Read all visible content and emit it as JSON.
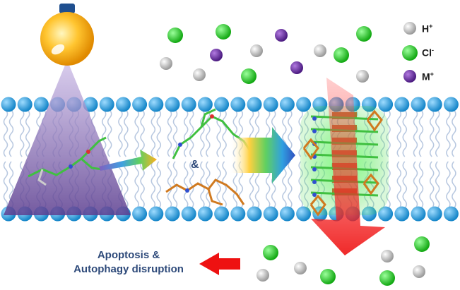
{
  "legend": [
    {
      "ion": "H",
      "charge": "+",
      "color": "#c8c8c8"
    },
    {
      "ion": "Cl",
      "charge": "-",
      "color": "#22cc22"
    },
    {
      "ion": "M",
      "charge": "+",
      "color": "#7030a0"
    }
  ],
  "outcome": {
    "line1": "Apoptosis &",
    "line2": "Autophagy disruption"
  },
  "molecules_joiner": "&",
  "colors": {
    "membrane_head": "#2a9fd8",
    "arrow": "#ee1111",
    "light_cone": "#7a5aa8",
    "channel_glow": "#44dd44"
  }
}
